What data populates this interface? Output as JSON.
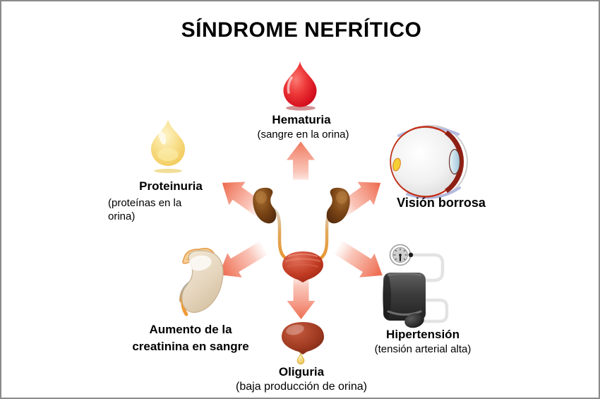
{
  "title": "SÍNDROME NEFRÍTICO",
  "center": {
    "icon": "urinary-system-icon",
    "parts": [
      "kidney-left",
      "kidney-right",
      "ureters",
      "bladder"
    ]
  },
  "arrows": {
    "icon": "radiating-arrow-icon",
    "directions": [
      "up",
      "upper-left",
      "upper-right",
      "lower-left",
      "lower-right",
      "down"
    ],
    "color": "#ee7055"
  },
  "symptoms": {
    "hematuria": {
      "label": "Hematuria",
      "sublabel": "(sangre en la orina)",
      "icon": "blood-drop-icon"
    },
    "proteinuria": {
      "label": "Proteinuria",
      "sublabel": "(proteínas en la orina)",
      "icon": "urine-drop-icon"
    },
    "vision": {
      "label": "Visión borrosa",
      "sublabel": "",
      "icon": "eye-icon"
    },
    "creatinina": {
      "label": "Aumento de la creatinina en sangre",
      "sublabel": "",
      "icon": "kidney-icon"
    },
    "oliguria": {
      "label": "Oliguria",
      "sublabel": "(baja producción de orina)",
      "icon": "bladder-drop-icon"
    },
    "hipertension": {
      "label": "Hipertensión",
      "sublabel": "(tensión arterial alta)",
      "icon": "blood-pressure-monitor-icon"
    }
  },
  "colors": {
    "background": "#ffffff",
    "border": "#8a8a8a",
    "text": "#000000",
    "arrow_head": "#ee7055",
    "blood_drop": "#d7121f",
    "urine_drop": "#f2cc5f",
    "kidney_brown": "#6b3a12",
    "bladder_red": "#b03a22",
    "pale_kidney": "#e5d5bd",
    "cuff_gray": "#3a3a3a"
  }
}
